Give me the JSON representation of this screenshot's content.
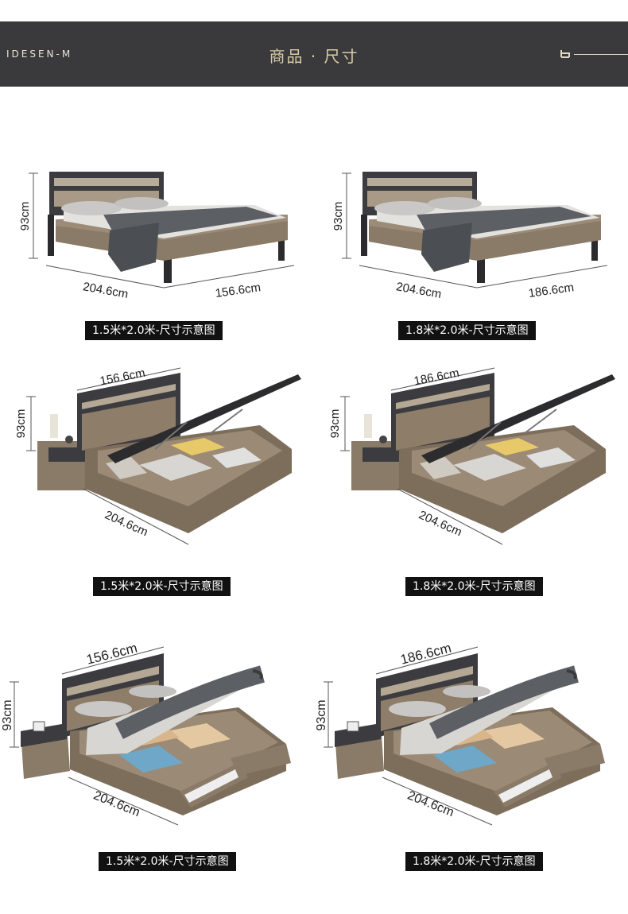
{
  "header": {
    "brand": "IDESEN-M",
    "title": "商品 · 尺寸"
  },
  "panels": [
    {
      "height": "93cm",
      "depth": "204.6cm",
      "width": "156.6cm",
      "caption": "1.5米*2.0米-尺寸示意图"
    },
    {
      "height": "93cm",
      "depth": "204.6cm",
      "width": "186.6cm",
      "caption": "1.8米*2.0米-尺寸示意图"
    },
    {
      "height": "93cm",
      "depth": "204.6cm",
      "width": "156.6cm",
      "caption": "1.5米*2.0米-尺寸示意图"
    },
    {
      "height": "93cm",
      "depth": "204.6cm",
      "width": "186.6cm",
      "caption": "1.8米*2.0米-尺寸示意图"
    },
    {
      "height": "93cm",
      "depth": "204.6cm",
      "width": "156.6cm",
      "caption": "1.5米*2.0米-尺寸示意图"
    },
    {
      "height": "93cm",
      "depth": "204.6cm",
      "width": "186.6cm",
      "caption": "1.8米*2.0米-尺寸示意图"
    }
  ],
  "colors": {
    "header_bg": "#3a3a3c",
    "title_gold": "#d9cba8",
    "wood": "#8a7a68",
    "frame_dark": "#3c3c40"
  }
}
